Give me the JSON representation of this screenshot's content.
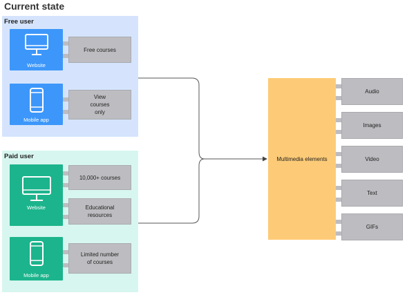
{
  "title": "Current state",
  "groups": {
    "free": {
      "label": "Free user",
      "devices": [
        {
          "caption": "Website",
          "card": "Free courses"
        },
        {
          "caption": "Mobile app",
          "card": "View\ncourses\nonly"
        }
      ]
    },
    "paid": {
      "label": "Paid user",
      "devices": [
        {
          "caption": "Website",
          "cards": [
            "10,000+ courses",
            "Educational\nresources"
          ]
        },
        {
          "caption": "Mobile app",
          "card": "Limited number\nof courses"
        }
      ]
    }
  },
  "hub": {
    "label": "Multimedia elements"
  },
  "outputs": [
    "Audio",
    "Images",
    "Video",
    "Text",
    "GIFs"
  ],
  "colors": {
    "free_bg": "#d5e4fc",
    "paid_bg": "#d7f6ef",
    "free_device": "#3d97fa",
    "paid_device": "#1cb48c",
    "card": "#bdbdc1",
    "hub": "#fdcb77",
    "connector": "#555555"
  }
}
